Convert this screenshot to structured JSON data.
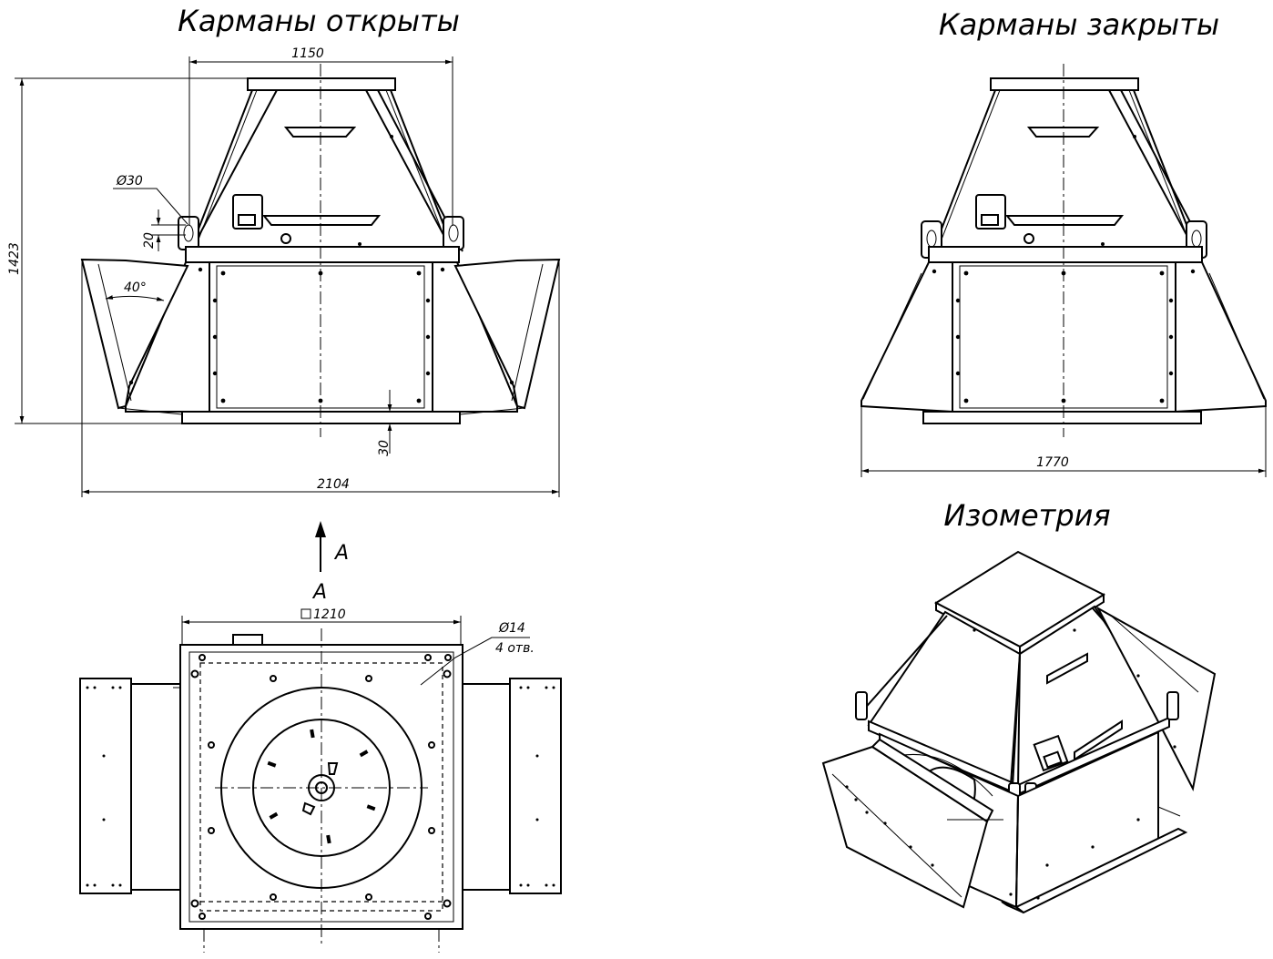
{
  "titles": {
    "open": "Карманы открыты",
    "closed": "Карманы закрыты",
    "iso": "Изометрия"
  },
  "dims": {
    "width_top": "1150",
    "height": "1423",
    "hole": "Ø30",
    "offset": "20",
    "angle": "40°",
    "base": "30",
    "width_open": "2104",
    "width_closed": "1770",
    "square": "1210",
    "hole_small": "Ø14",
    "holes_count": "4 отв."
  },
  "view": {
    "arrow_label": "A",
    "view_label": "A"
  }
}
